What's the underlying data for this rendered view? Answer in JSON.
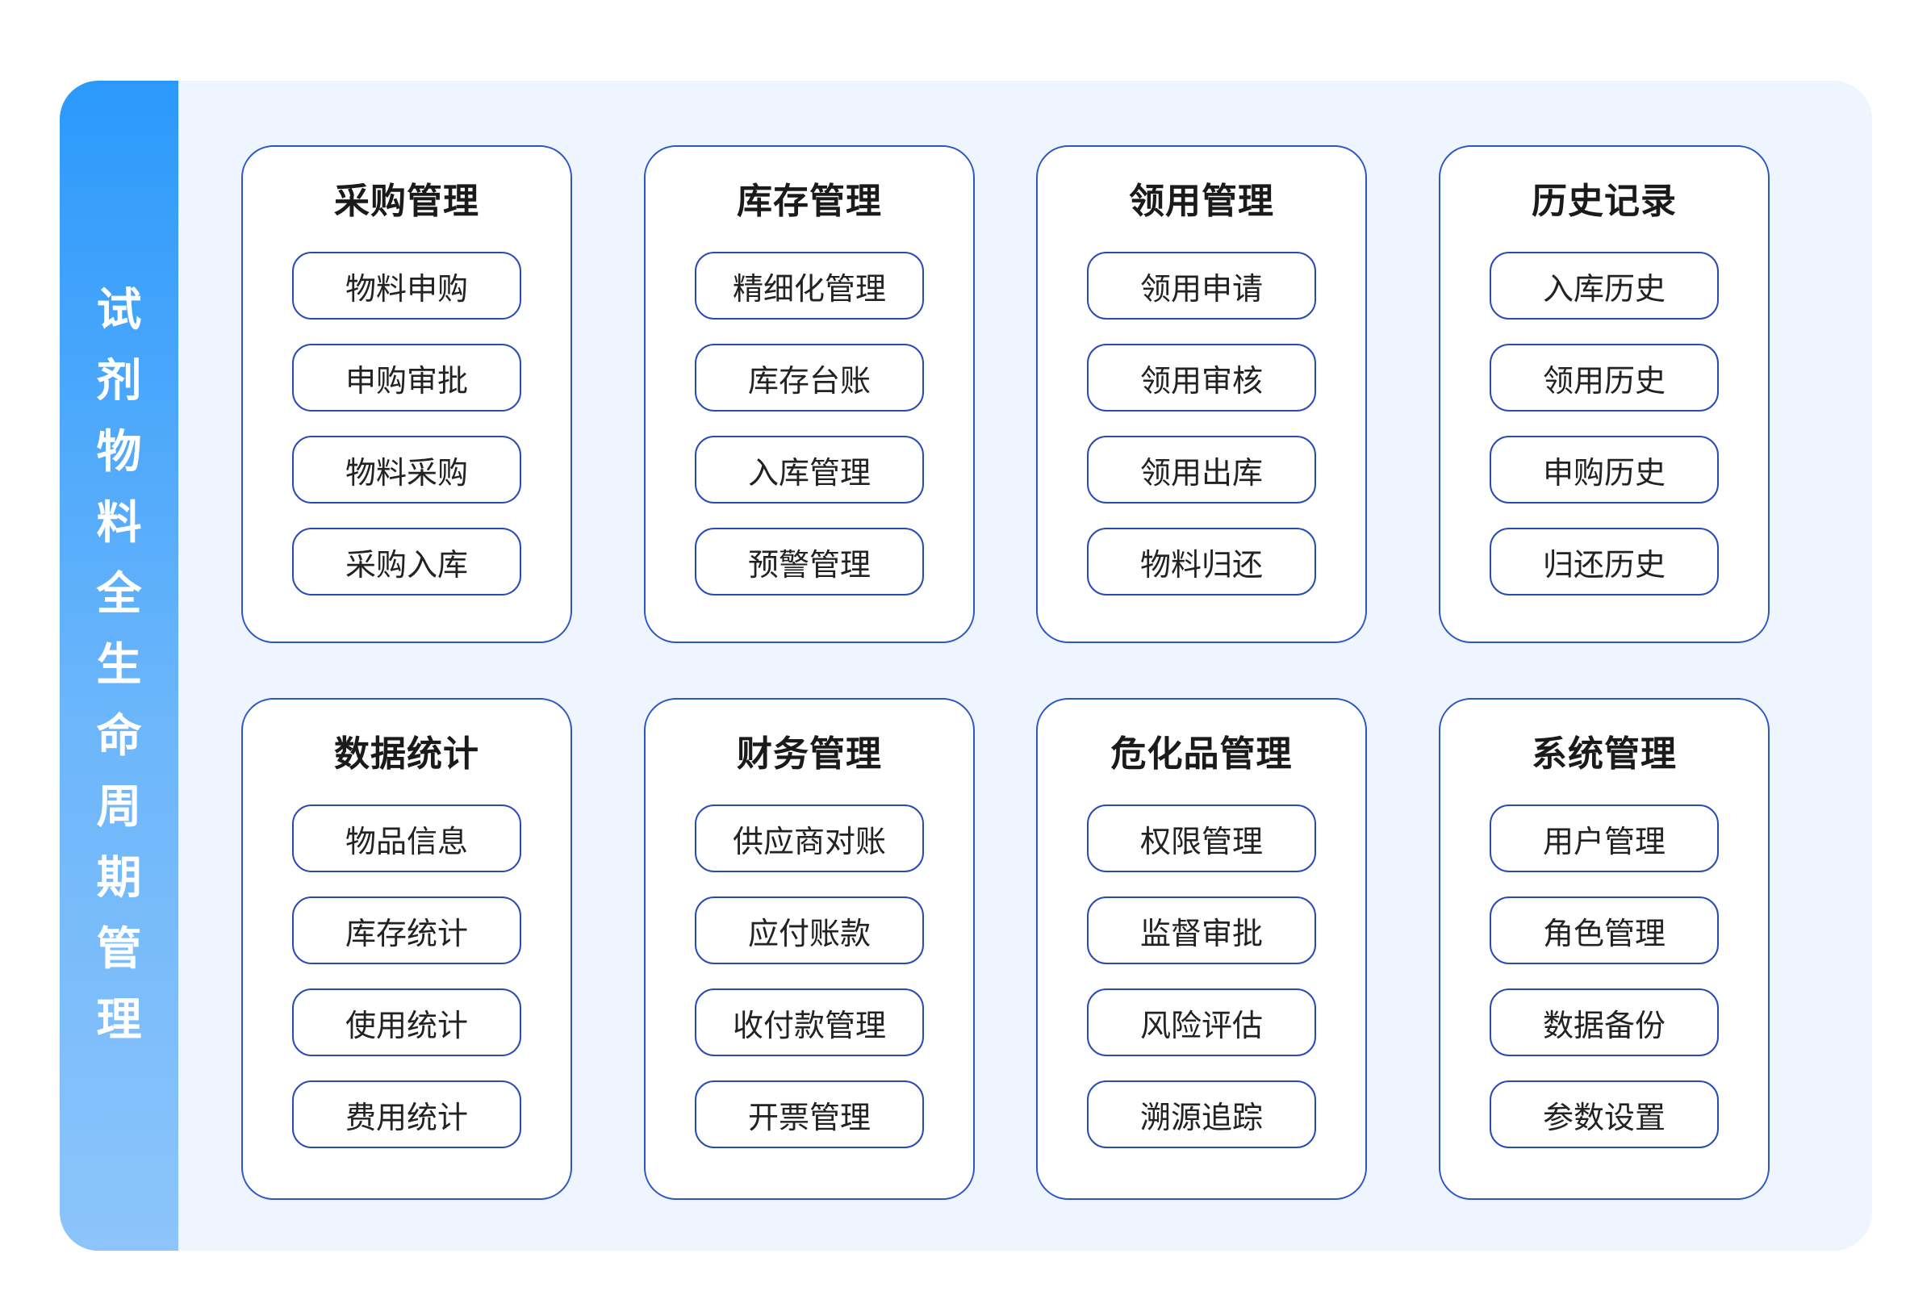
{
  "sidebar": {
    "title": "试剂物料全生命周期管理"
  },
  "modules": [
    {
      "title": "采购管理",
      "items": [
        "物料申购",
        "申购审批",
        "物料采购",
        "采购入库"
      ]
    },
    {
      "title": "库存管理",
      "items": [
        "精细化管理",
        "库存台账",
        "入库管理",
        "预警管理"
      ]
    },
    {
      "title": "领用管理",
      "items": [
        "领用申请",
        "领用审核",
        "领用出库",
        "物料归还"
      ]
    },
    {
      "title": "历史记录",
      "items": [
        "入库历史",
        "领用历史",
        "申购历史",
        "归还历史"
      ]
    },
    {
      "title": "数据统计",
      "items": [
        "物品信息",
        "库存统计",
        "使用统计",
        "费用统计"
      ]
    },
    {
      "title": "财务管理",
      "items": [
        "供应商对账",
        "应付账款",
        "收付款管理",
        "开票管理"
      ]
    },
    {
      "title": "危化品管理",
      "items": [
        "权限管理",
        "监督审批",
        "风险评估",
        "溯源追踪"
      ]
    },
    {
      "title": "系统管理",
      "items": [
        "用户管理",
        "角色管理",
        "数据备份",
        "参数设置"
      ]
    }
  ],
  "colors": {
    "accent": "#2a99fb",
    "border": "#2a56c6",
    "background": "#eef5fe"
  }
}
